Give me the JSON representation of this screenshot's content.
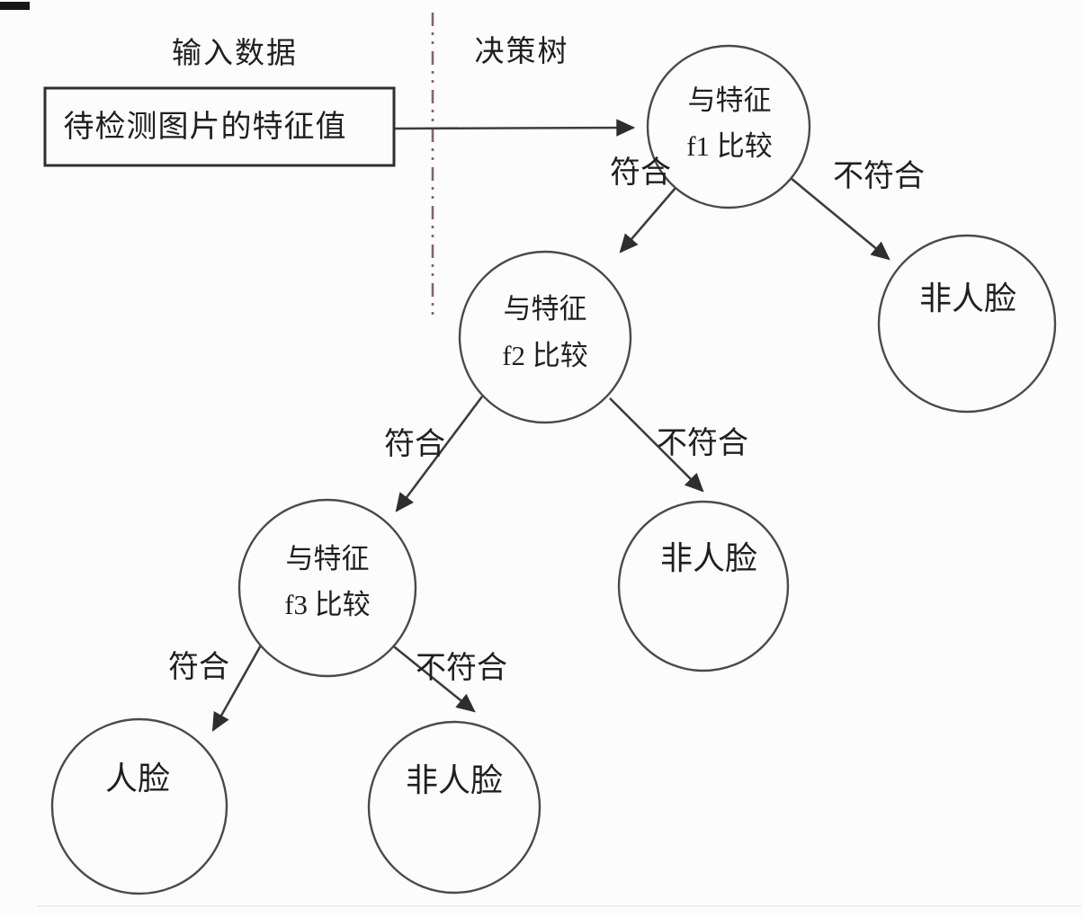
{
  "diagram": {
    "type": "decision-tree-flowchart",
    "titles": {
      "input_region": "输入数据",
      "tree_region": "决策树"
    },
    "input_box": {
      "label": "待检测图片的特征值"
    },
    "nodes": {
      "f1": {
        "line1": "与特征",
        "line2": "f1 比较"
      },
      "f2": {
        "line1": "与特征",
        "line2": "f2 比较"
      },
      "f3": {
        "line1": "与特征",
        "line2": "f3 比较"
      },
      "nonface1": {
        "label": "非人脸"
      },
      "nonface2": {
        "label": "非人脸"
      },
      "nonface3": {
        "label": "非人脸"
      },
      "face": {
        "label": "人脸"
      }
    },
    "edge_labels": {
      "f1_match": "符合",
      "f1_nomatch": "不符合",
      "f2_match": "符合",
      "f2_nomatch": "不符合",
      "f3_match": "符合",
      "f3_nomatch": "不符合"
    },
    "colors": {
      "line": "#3d3d3d",
      "circle_stroke": "#4a4a4a",
      "text": "#1f1f1f",
      "divider": "#846569",
      "background": "#fcfcfc"
    }
  }
}
